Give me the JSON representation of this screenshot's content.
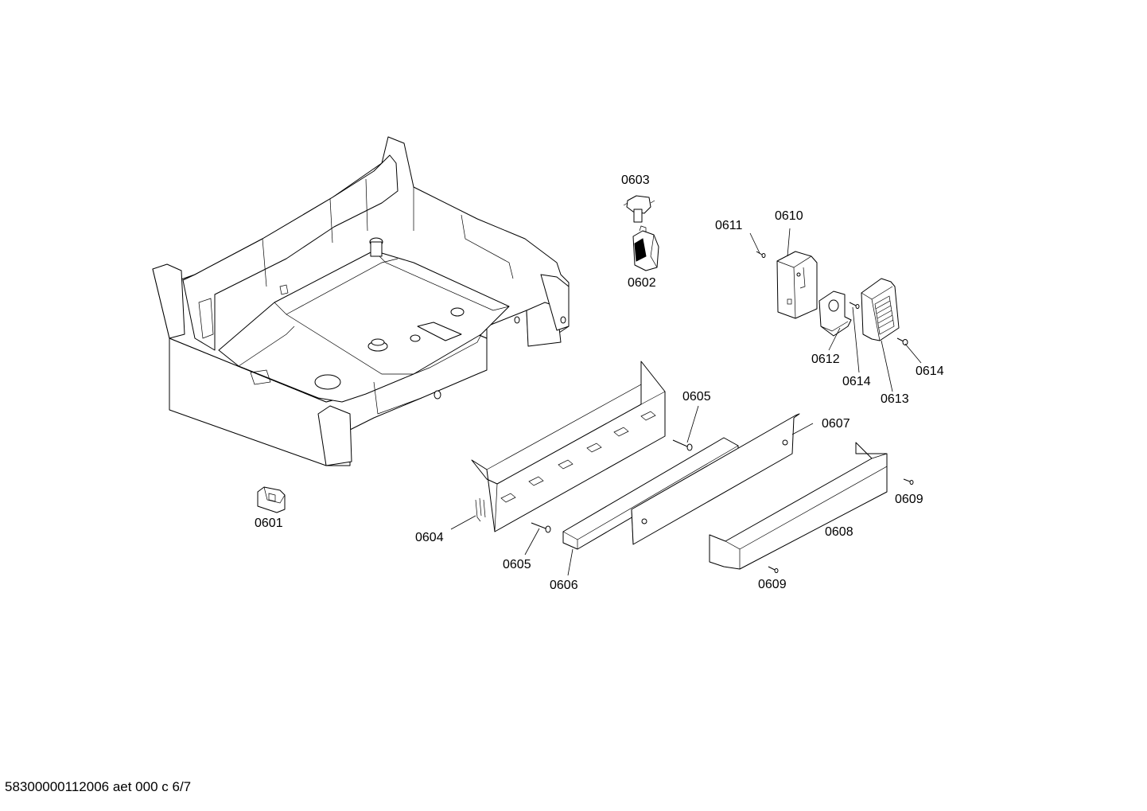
{
  "document_code": "58300000112006 aet 000 c 6/7",
  "callouts": [
    {
      "id": "c0601",
      "label": "0601"
    },
    {
      "id": "c0602",
      "label": "0602"
    },
    {
      "id": "c0603",
      "label": "0603"
    },
    {
      "id": "c0604",
      "label": "0604"
    },
    {
      "id": "c0605a",
      "label": "0605"
    },
    {
      "id": "c0605b",
      "label": "0605"
    },
    {
      "id": "c0606",
      "label": "0606"
    },
    {
      "id": "c0607",
      "label": "0607"
    },
    {
      "id": "c0608",
      "label": "0608"
    },
    {
      "id": "c0609a",
      "label": "0609"
    },
    {
      "id": "c0609b",
      "label": "0609"
    },
    {
      "id": "c0610",
      "label": "0610"
    },
    {
      "id": "c0611",
      "label": "0611"
    },
    {
      "id": "c0612",
      "label": "0612"
    },
    {
      "id": "c0613",
      "label": "0613"
    },
    {
      "id": "c0614a",
      "label": "0614"
    },
    {
      "id": "c0614b",
      "label": "0614"
    }
  ]
}
